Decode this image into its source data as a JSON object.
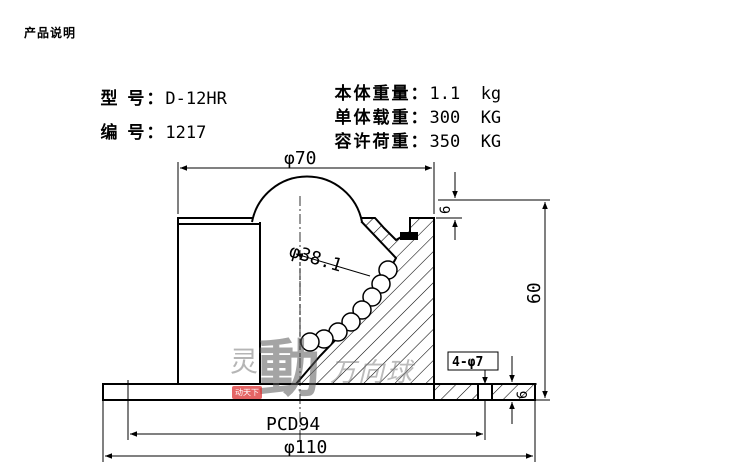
{
  "header": {
    "title": "产品说明"
  },
  "specs": {
    "model": {
      "label": "型 号：",
      "value": "D-12HR"
    },
    "number": {
      "label": "编 号：",
      "value": "1217"
    },
    "body_weight": {
      "label": "本体重量：",
      "value": "1.1",
      "unit": "kg"
    },
    "unit_load": {
      "label": "单体载重：",
      "value": "300",
      "unit": "KG"
    },
    "allowable_load": {
      "label": "容许荷重：",
      "value": "350",
      "unit": "KG"
    }
  },
  "drawing": {
    "dim_top_dia": "φ70",
    "dim_ball_dia": "φ38.1",
    "dim_height": "60",
    "dim_top_gap": "6",
    "dim_flange": "6",
    "dim_holes": "4-φ7",
    "dim_pcd": "PCD94",
    "dim_base_dia": "φ110"
  },
  "watermark": {
    "pre": "灵",
    "main": "動",
    "post": "万向球",
    "seal": "动天下"
  }
}
